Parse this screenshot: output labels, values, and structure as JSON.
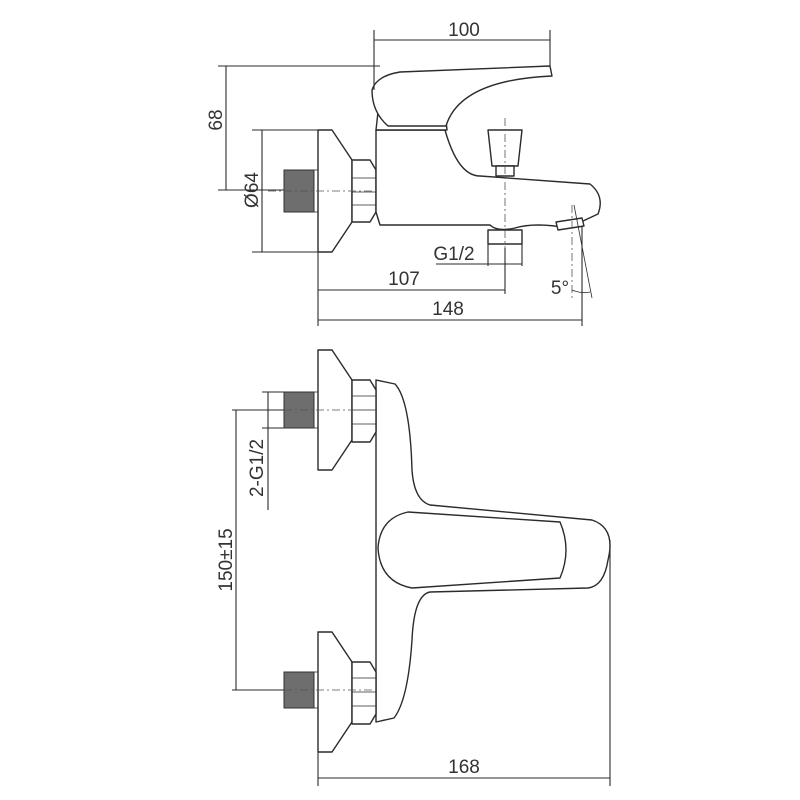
{
  "dimensions": {
    "side_top_width": "100",
    "side_height": "68",
    "diameter": "Ø64",
    "inlet_thread": "G1/2",
    "spout_offset": "107",
    "side_depth": "148",
    "spout_angle": "5°",
    "inlet_threads_front": "2-G1/2",
    "centers_distance": "150±15",
    "front_depth": "168"
  }
}
